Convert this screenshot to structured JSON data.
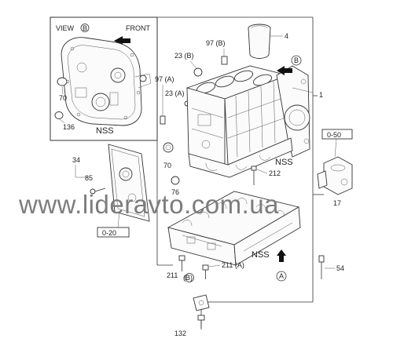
{
  "inset": {
    "view_label": "VIEW",
    "view_ref": "B",
    "front_label": "FRONT",
    "nss_label": "NSS",
    "callouts": [
      "70",
      "136"
    ]
  },
  "main": {
    "callouts": {
      "c4": "4",
      "c97b": "97 (B)",
      "c23b": "23 (B)",
      "c97a": "97 (A)",
      "c23a": "23 (A)",
      "c1": "1",
      "c70": "70",
      "c212": "212",
      "c76": "76",
      "c34": "34",
      "c85": "85",
      "c17": "17",
      "c211b": "211",
      "c211b_ref": "(B)",
      "c211a": "211 (A)",
      "c54": "54",
      "c132": "132"
    },
    "refs": {
      "ref_b": "B",
      "ref_a": "A"
    },
    "nss_upper": "NSS",
    "nss_lower": "NSS",
    "group_050": "0-50",
    "group_020": "0-20"
  },
  "watermark": "www.lideravto.com.ua"
}
